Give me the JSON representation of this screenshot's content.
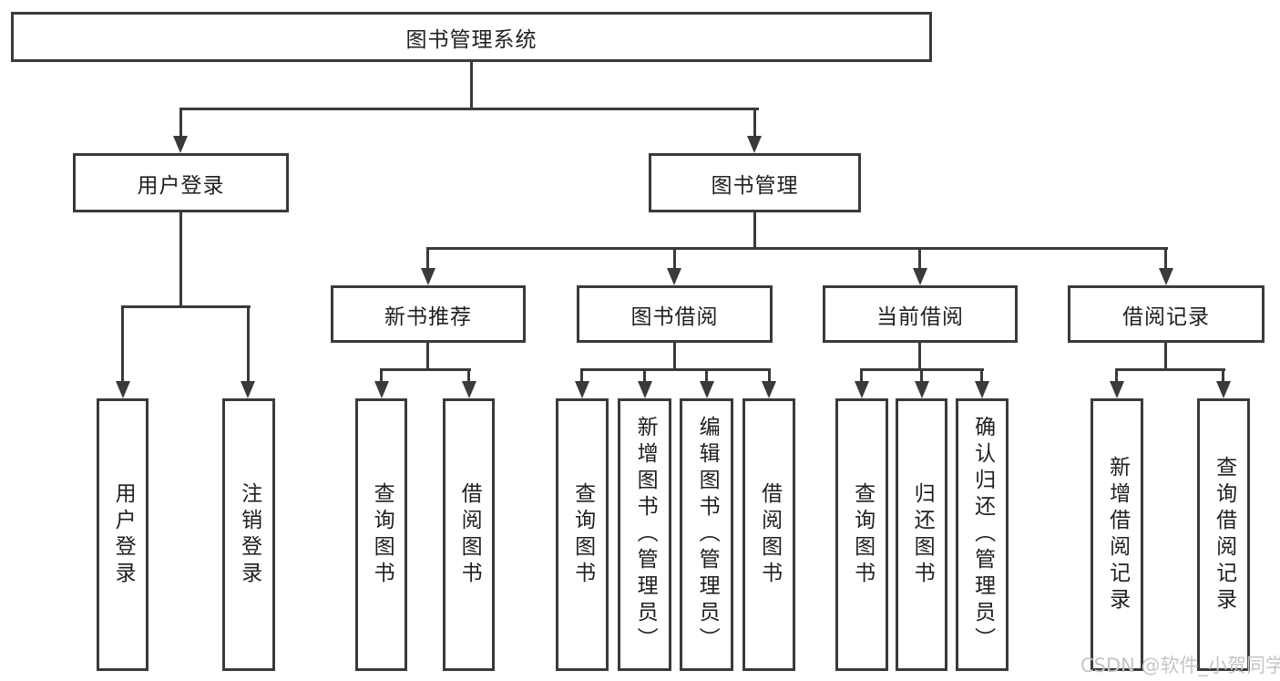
{
  "diagram_title": "图书管理系统",
  "tree": {
    "root": {
      "label": "图书管理系统"
    },
    "level2": [
      {
        "label": "用户登录",
        "leaves": [
          "用户登录",
          "注销登录"
        ]
      },
      {
        "label": "图书管理",
        "children": [
          {
            "label": "新书推荐",
            "leaves": [
              "查询图书",
              "借阅图书"
            ]
          },
          {
            "label": "图书借阅",
            "leaves": [
              "查询图书",
              "新增图书（管理员）",
              "编辑图书（管理员）",
              "借阅图书"
            ]
          },
          {
            "label": "当前借阅",
            "leaves": [
              "查询图书",
              "归还图书",
              "确认归还（管理员）"
            ]
          },
          {
            "label": "借阅记录",
            "leaves": [
              "新增借阅记录",
              "查询借阅记录"
            ]
          }
        ]
      }
    ]
  },
  "watermark": {
    "text": "CSDN @软件_小贺同学"
  },
  "colors": {
    "line": "#3a3a3a",
    "text": "#1f1f1f",
    "background": "#ffffff",
    "watermark": "#c3c5c8"
  }
}
